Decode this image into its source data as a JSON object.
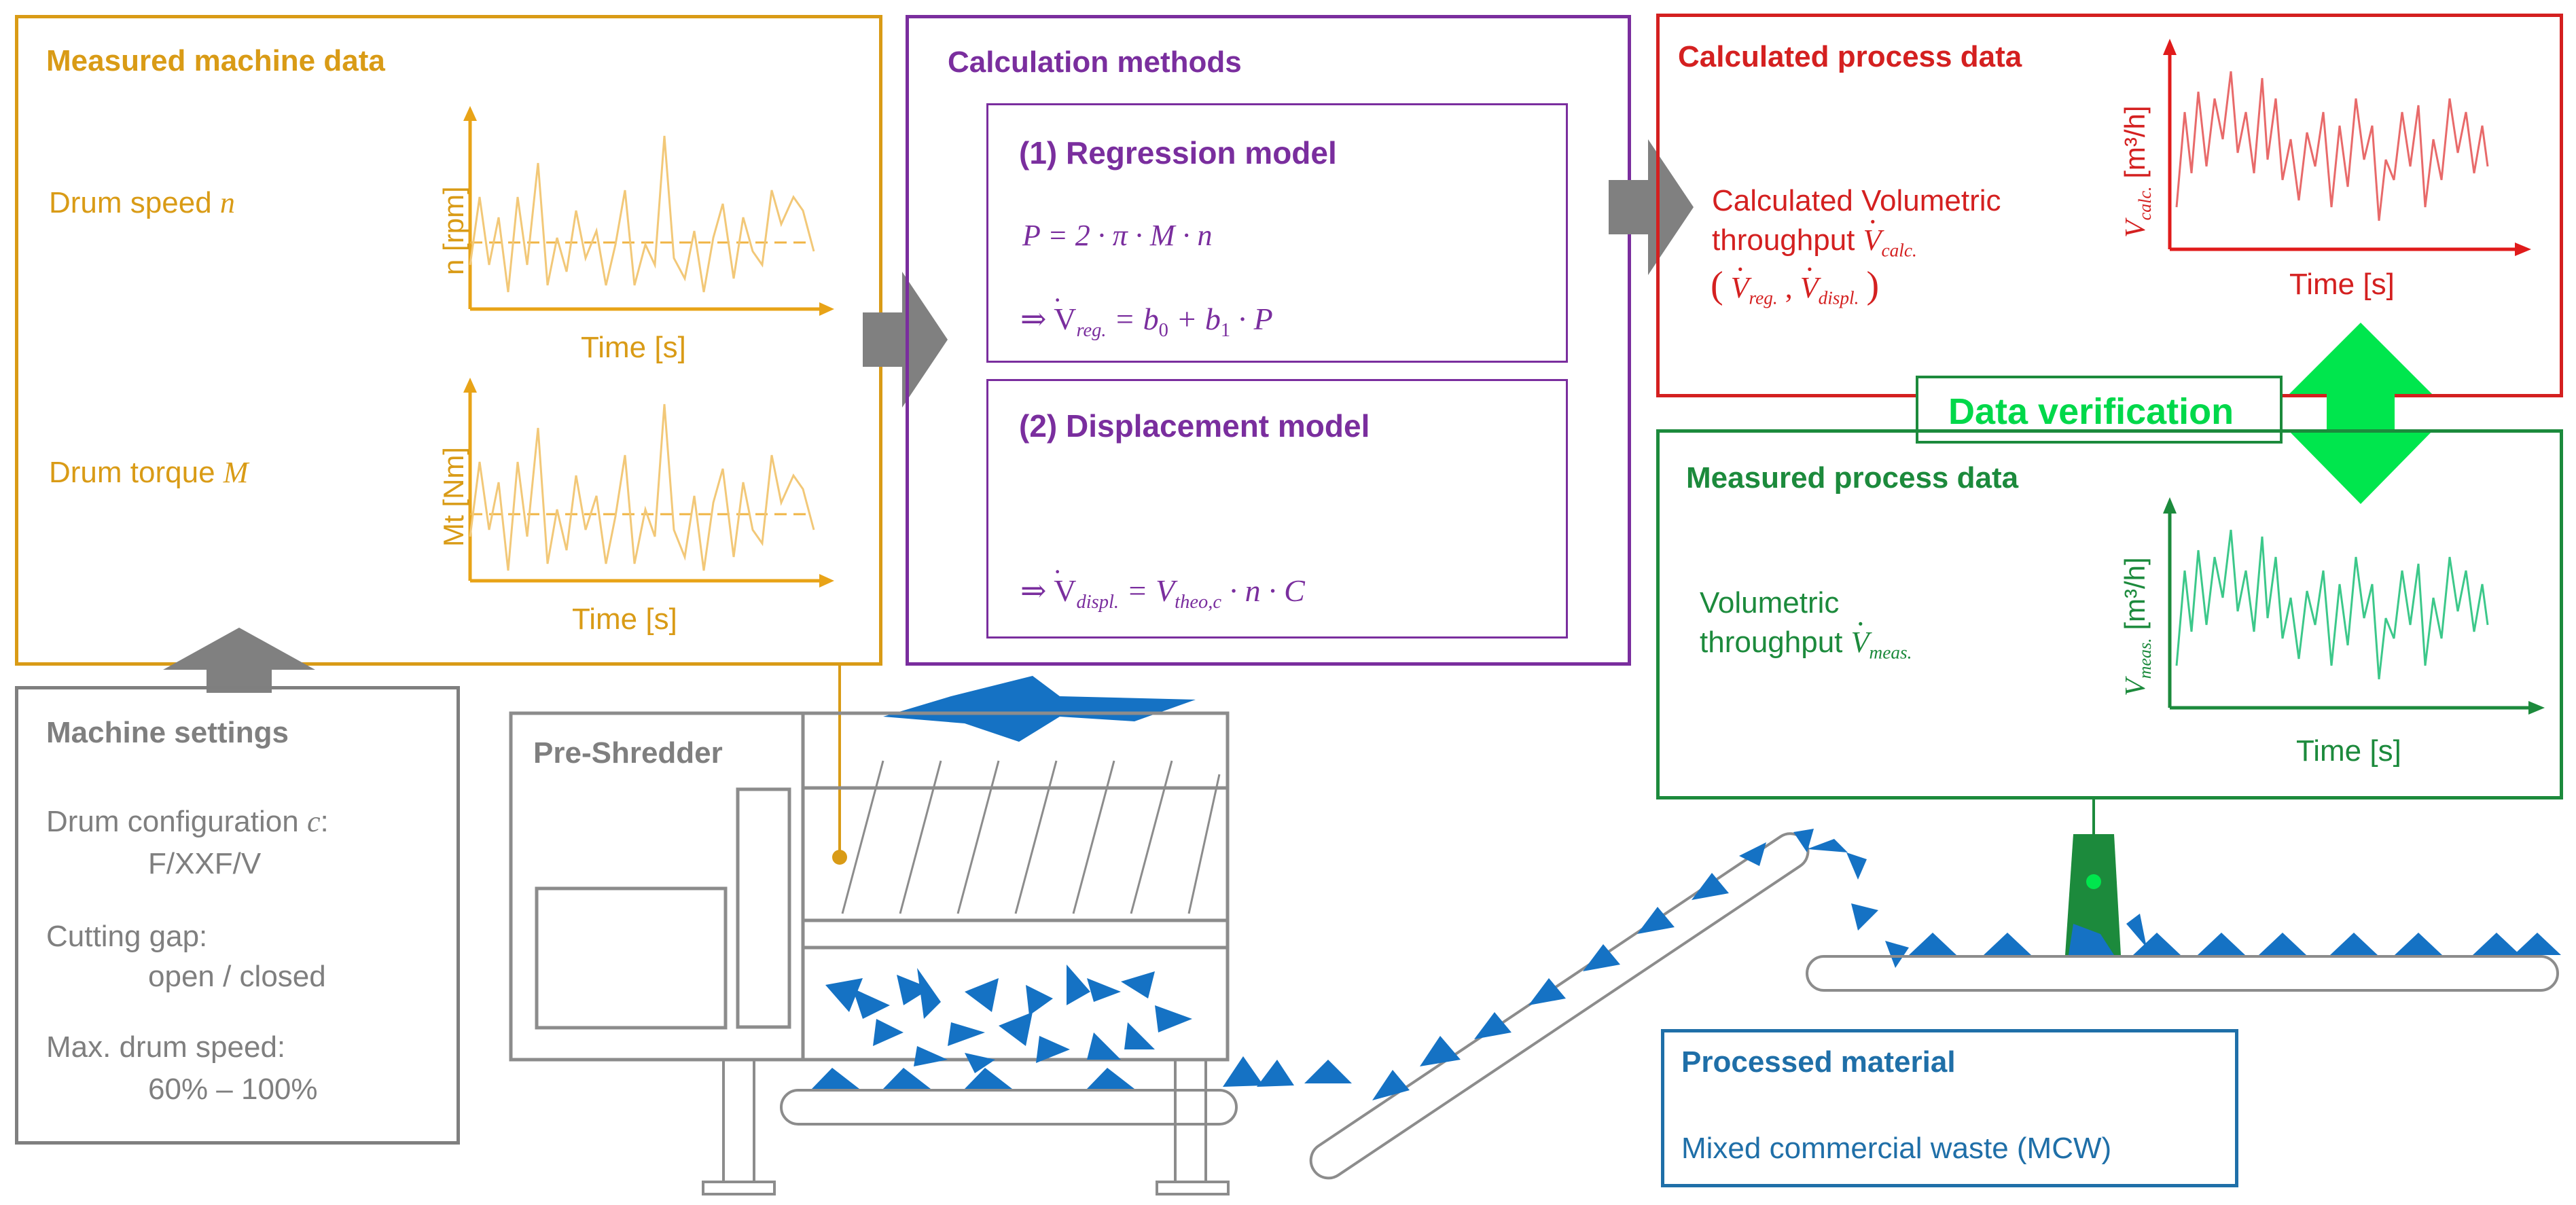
{
  "measured_machine_data": {
    "title": "Measured machine data",
    "drum_speed_label": "Drum speed",
    "drum_speed_symbol": "n",
    "speed_axis_label": "n [rpm]",
    "speed_time_label": "Time [s]",
    "drum_torque_label": "Drum torque",
    "drum_torque_symbol": "M",
    "torque_axis_label": "Mt [Nm]",
    "torque_time_label": "Time [s]"
  },
  "calculation_methods": {
    "title": "Calculation methods",
    "regression_title": "(1) Regression model",
    "regression_eq1": "P = 2 · π · M · n",
    "regression_eq2_prefix": "⇒ V",
    "regression_eq2_sub": "reg.",
    "regression_eq2_rest": " = b",
    "regression_b0_sub": "0",
    "regression_plus": " + b",
    "regression_b1_sub": "1",
    "regression_tail": " · P",
    "displacement_title": "(2) Displacement model",
    "displacement_eq_prefix": "⇒ V",
    "displacement_eq_sub": "displ.",
    "displacement_eq_mid": " = V",
    "displacement_eq_sub2": "theo,c",
    "displacement_eq_tail": " · n · C"
  },
  "calculated_process_data": {
    "title": "Calculated process data",
    "desc_line1": "Calculated Volumetric",
    "desc_line2": "throughput",
    "symbol_sub": "calc.",
    "paren_reg_sub": "reg.",
    "paren_displ_sub": "displ.",
    "axis_label_unit": "[m³/h]",
    "time_label": "Time [s]"
  },
  "data_verification": {
    "label": "Data verification"
  },
  "measured_process_data": {
    "title": "Measured process data",
    "desc_line1": "Volumetric",
    "desc_line2": "throughput",
    "symbol_sub": "meas.",
    "axis_label_unit": "[m³/h]",
    "time_label": "Time [s]"
  },
  "machine_settings": {
    "title": "Machine settings",
    "drum_config_label": "Drum configuration",
    "drum_config_symbol": "c",
    "drum_config_value": "F/XXF/V",
    "cutting_gap_label": "Cutting gap:",
    "cutting_gap_value": "open / closed",
    "max_speed_label": "Max. drum speed:",
    "max_speed_value": "60% – 100%"
  },
  "pre_shredder": {
    "label": "Pre-Shredder"
  },
  "processed_material": {
    "title": "Processed material",
    "value": "Mixed commercial waste (MCW)"
  },
  "colors": {
    "orange": "#D99B16",
    "purple": "#7A2E9E",
    "red": "#D42020",
    "green": "#1C8A3C",
    "bright_green": "#00E64D",
    "gray": "#7F7F7F",
    "blue": "#1F6FA8",
    "material_blue": "#1572C4"
  }
}
